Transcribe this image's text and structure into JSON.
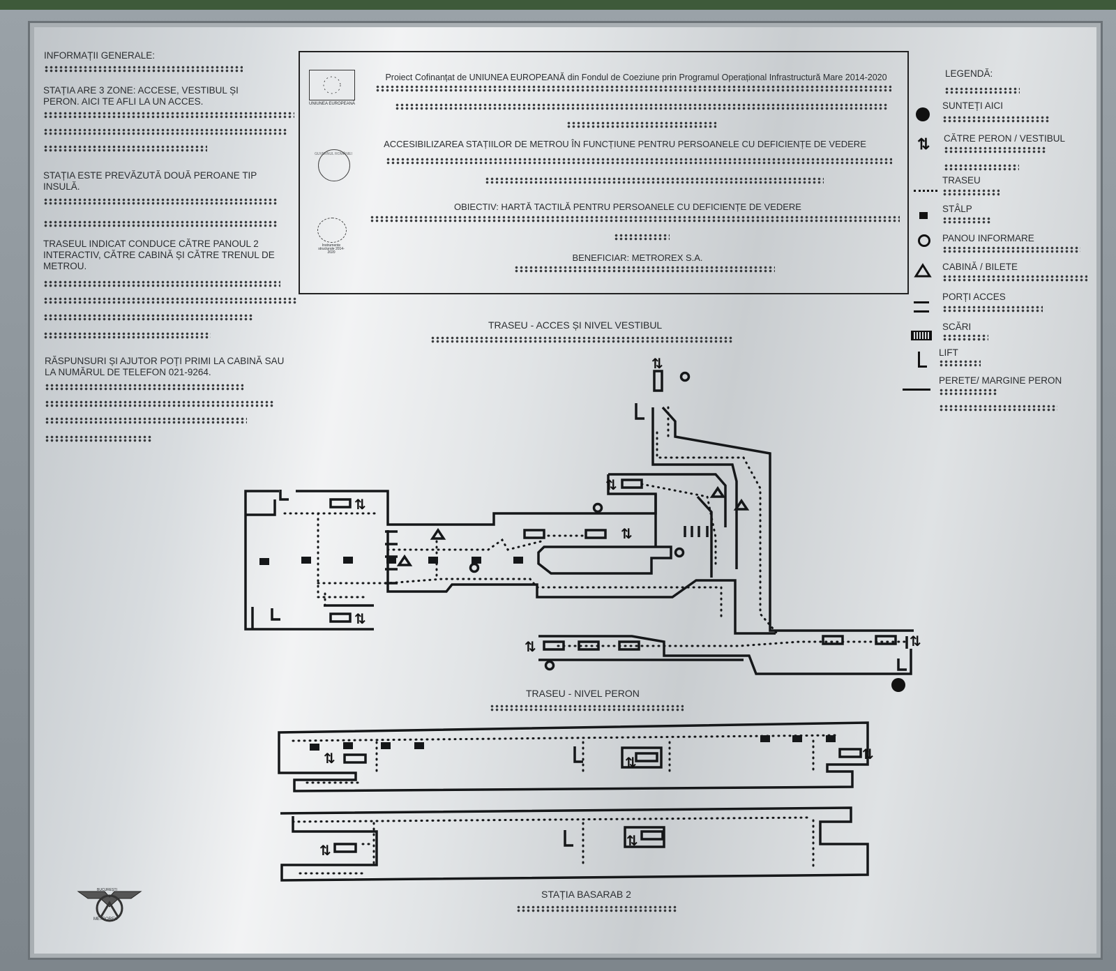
{
  "general": {
    "title": "INFORMAȚII GENERALE:",
    "p1": "STAȚIA ARE 3 ZONE: ACCESE, VESTIBUL ȘI PERON. AICI TE AFLI LA UN ACCES.",
    "p2": "STAȚIA ESTE PREVĂZUTĂ DOUĂ PEROANE TIP INSULĂ.",
    "p3": "TRASEUL INDICAT CONDUCE CĂTRE PANOUL 2 INTERACTIV, CĂTRE CABINĂ ȘI CĂTRE TRENUL DE METROU.",
    "p4": "RĂSPUNSURI ȘI AJUTOR POȚI PRIMI LA CABINĂ SAU LA NUMĂRUL DE TELEFON 021-9264."
  },
  "header": {
    "project": "Proiect Cofinanțat de UNIUNEA EUROPEANĂ din Fondul de Coeziune prin Programul Operațional Infrastructură Mare 2014-2020",
    "eu_label": "UNIUNEA EUROPEANĂ",
    "accesibility": "ACCESIBILIZAREA STAȚIILOR DE METROU ÎN FUNCȚIUNE PENTRU PERSOANELE CU DEFICIENȚE DE VEDERE",
    "objective": "OBIECTIV: HARTĂ TACTILĂ PENTRU PERSOANELE CU DEFICIENȚE DE VEDERE",
    "beneficiary": "BENEFICIAR: METROREX S.A.",
    "gov_label": "GUVERNUL ROMÂNIEI",
    "instruments_label": "Instrumente structurale 2014-2020"
  },
  "legend": {
    "title": "LEGENDĂ:",
    "items": [
      {
        "icon": "dot-icon",
        "label": "SUNTEȚI AICI"
      },
      {
        "icon": "arrows-icon",
        "label": "CĂTRE PERON / VESTIBUL"
      },
      {
        "icon": "dotted-line-icon",
        "label": "TRASEU"
      },
      {
        "icon": "square-icon",
        "label": "STÂLP"
      },
      {
        "icon": "circle-icon",
        "label": "PANOU INFORMARE"
      },
      {
        "icon": "triangle-icon",
        "label": "CABINĂ / BILETE"
      },
      {
        "icon": "double-line-icon",
        "label": "PORȚI ACCES"
      },
      {
        "icon": "stairs-icon",
        "label": "SCĂRI"
      },
      {
        "icon": "lift-icon",
        "label": "LIFT"
      },
      {
        "icon": "wall-line-icon",
        "label": "PERETE/ MARGINE PERON"
      }
    ]
  },
  "maps": {
    "vestibul_title": "TRASEU - ACCES ȘI NIVEL VESTIBUL",
    "peron_title": "TRASEU - NIVEL PERON",
    "station_name": "STAȚIA BASARAB 2"
  },
  "logo": {
    "top": "BUCUREȘTI",
    "bottom": "METROREX"
  },
  "colors": {
    "ink": "#1a1c1e",
    "plate": "#dfe2e4",
    "frame": "#8a9196"
  }
}
